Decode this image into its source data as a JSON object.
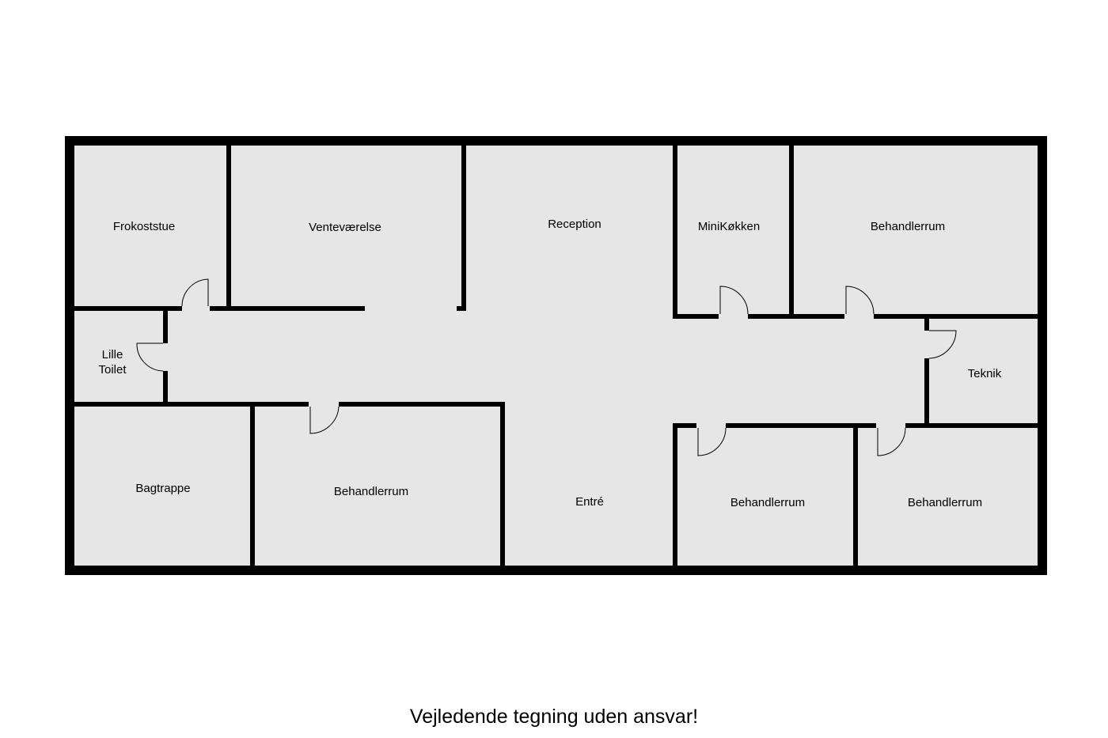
{
  "rooms": {
    "frokoststue": "Frokoststue",
    "ventevaerelse": "Venteværelse",
    "reception": "Reception",
    "minikokken": "MiniKøkken",
    "behandlerrum_top": "Behandlerrum",
    "lille_toilet_1": "Lille",
    "lille_toilet_2": "Toilet",
    "teknik": "Teknik",
    "bagtrappe": "Bagtrappe",
    "behandlerrum_left": "Behandlerrum",
    "entre": "Entré",
    "behandlerrum_mid": "Behandlerrum",
    "behandlerrum_right": "Behandlerrum"
  },
  "footer": "Vejledende tegning uden ansvar!",
  "colors": {
    "floor": "#e6e6e6",
    "wall": "#000000"
  }
}
